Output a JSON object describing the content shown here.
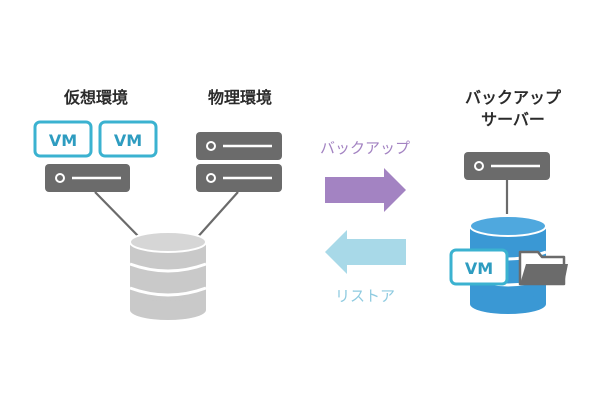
{
  "labels": {
    "virtual": "仮想環境",
    "physical": "物理環境",
    "backup_server_line1": "バックアップ",
    "backup_server_line2": "サーバー"
  },
  "vm": {
    "label_1": "VM",
    "label_2": "VM",
    "label_3": "VM"
  },
  "arrows": {
    "backup_label": "バックアップ",
    "restore_label": "リストア"
  },
  "colors": {
    "vm_border": "#3bb2d0",
    "vm_text": "#2e9cc0",
    "server_gray": "#6b6b6b",
    "disk_gray": "#c9c9c9",
    "backup_arrow": "#a383c2",
    "restore_arrow": "#a8d9e8",
    "backup_disk_blue": "#3a98d4"
  },
  "icons": {
    "virtual_server": "server-icon",
    "physical_servers": "server-stack-icon",
    "storage": "database-icon",
    "backup_server": "server-icon",
    "backup_storage": "database-icon",
    "folder": "folder-icon"
  }
}
